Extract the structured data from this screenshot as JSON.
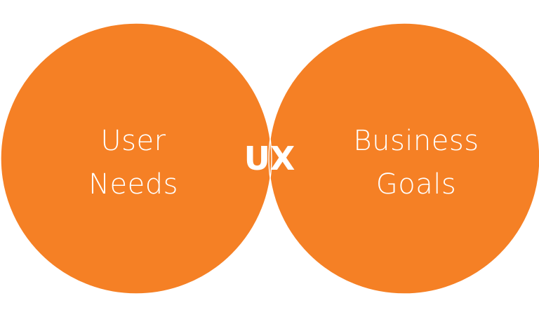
{
  "diagram": {
    "left_circle": {
      "line1": "User",
      "line2": "Needs"
    },
    "right_circle": {
      "line1": "Business",
      "line2": "Goals"
    },
    "intersection": {
      "label": "UX"
    }
  },
  "colors": {
    "circle_fill": "#F58025",
    "outline": "#FFFFFF",
    "text": "#FFFFFF"
  }
}
